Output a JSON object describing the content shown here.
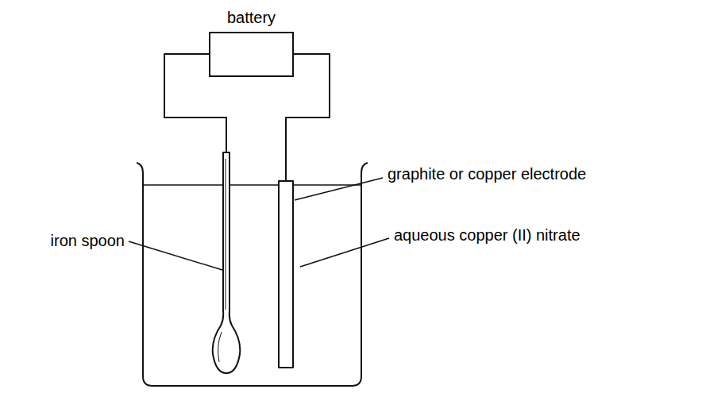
{
  "diagram": {
    "nodes": [
      {
        "text": [
          "battery"
        ]
      }
    ],
    "labels": [
      "iron spoon",
      "graphite or copper electrode",
      "aqueous copper (II) nitrate"
    ]
  }
}
